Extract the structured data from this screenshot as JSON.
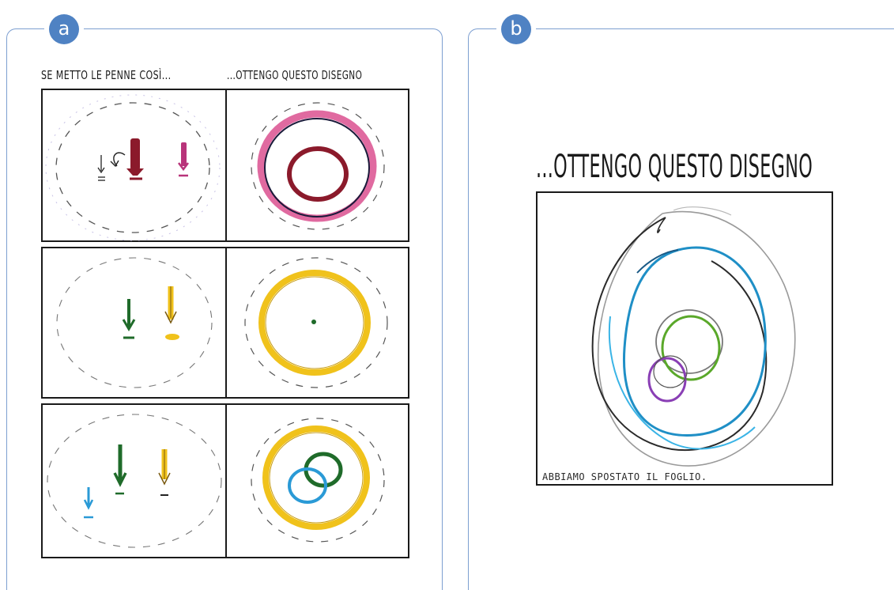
{
  "panel_a": {
    "badge": "a",
    "header_left": "SE METTO LE PENNE COSÌ...",
    "header_right": "...OTTENGO QUESTO DISEGNO"
  },
  "panel_b": {
    "badge": "b",
    "title": "...OTTENGO QUESTO DISEGNO",
    "caption": "ABBIAMO SPOSTATO IL FOGLIO."
  },
  "colors": {
    "frame": "#7d9fd1",
    "badge": "#4f82c3",
    "dark_red": "#8b1a2b",
    "magenta": "#d8447a",
    "dark_green": "#1f6b2a",
    "yellow": "#f0c21b",
    "blue": "#2a9ad6",
    "purple": "#8a3fb5",
    "black": "#1a1a1a"
  }
}
